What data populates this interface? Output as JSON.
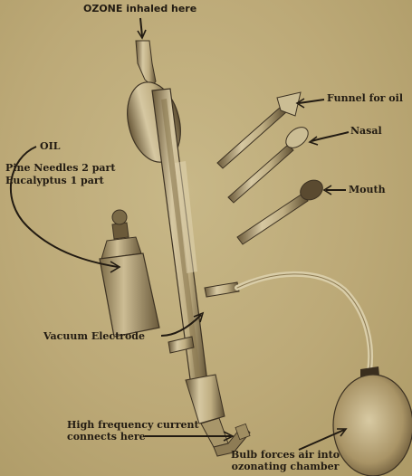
{
  "labels": {
    "ozone": "OZONE inhaled here",
    "funnel": "Funnel for oil",
    "nasal": "Nasal",
    "mouth": "Mouth",
    "oil_title": "OIL",
    "oil_line1": "Pine Needles 2 part",
    "oil_line2": "Eucalyptus 1 part",
    "vacuum": "Vacuum Electrode",
    "high_freq_line1": "High frequency current",
    "high_freq_line2": "connects here",
    "bulb_line1": "Bulb forces air into",
    "bulb_line2": "ozonating chamber"
  }
}
